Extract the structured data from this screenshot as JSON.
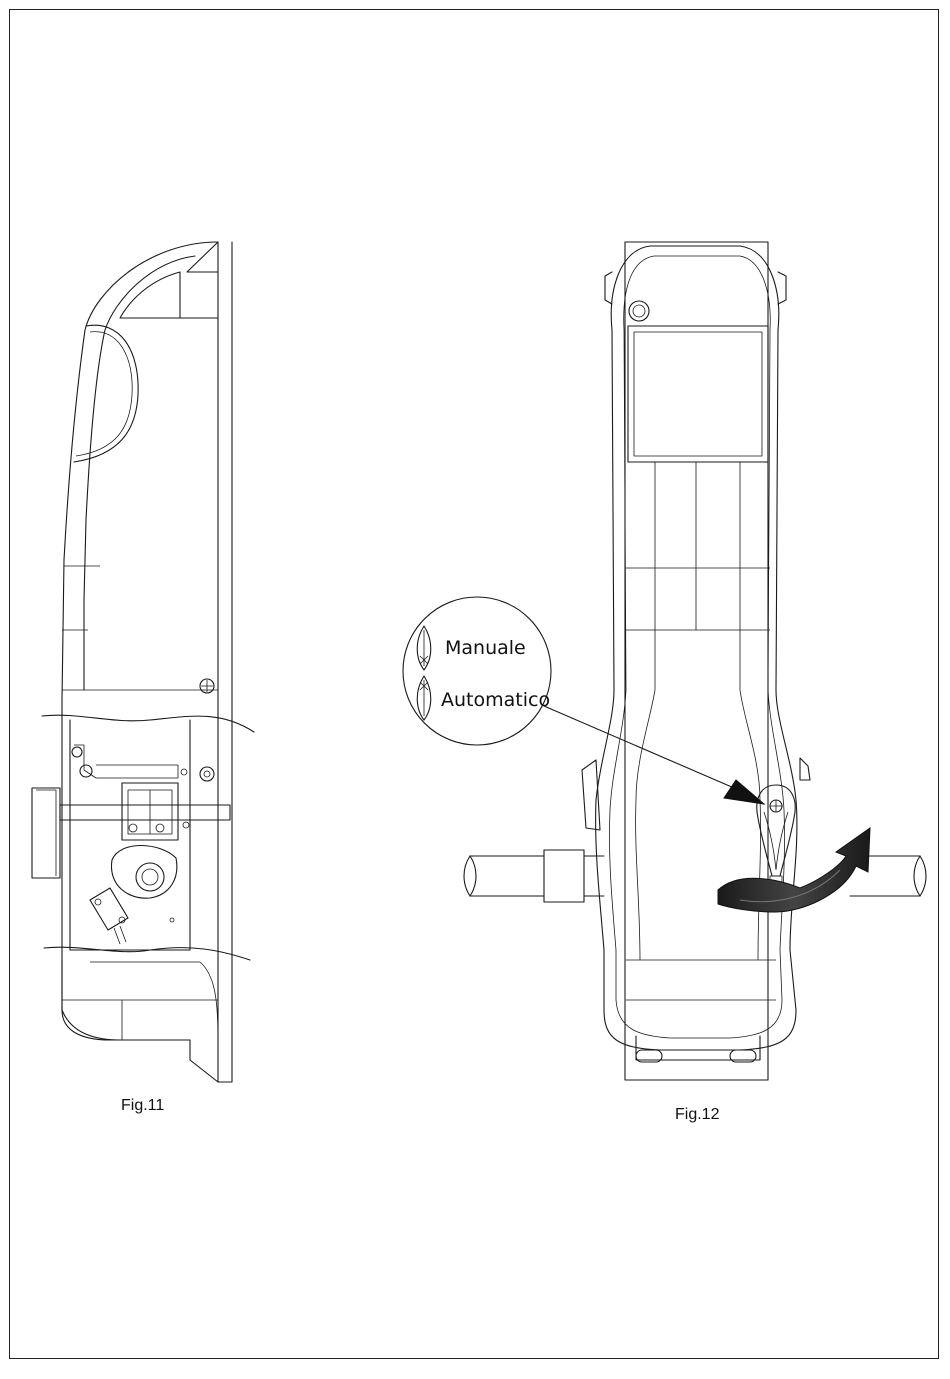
{
  "figures": [
    {
      "id": "fig11",
      "caption": "Fig.11"
    },
    {
      "id": "fig12",
      "caption": "Fig.12"
    }
  ],
  "callout": {
    "manual_label": "Manuale",
    "automatic_label": "Automatico"
  },
  "colors": {
    "line": "#1a1a1a",
    "arrow_fill": "#2a2a2a",
    "background": "#ffffff"
  },
  "icons": [
    "release-lever-icon",
    "rotation-arrow-icon",
    "pointer-arrow-icon"
  ]
}
